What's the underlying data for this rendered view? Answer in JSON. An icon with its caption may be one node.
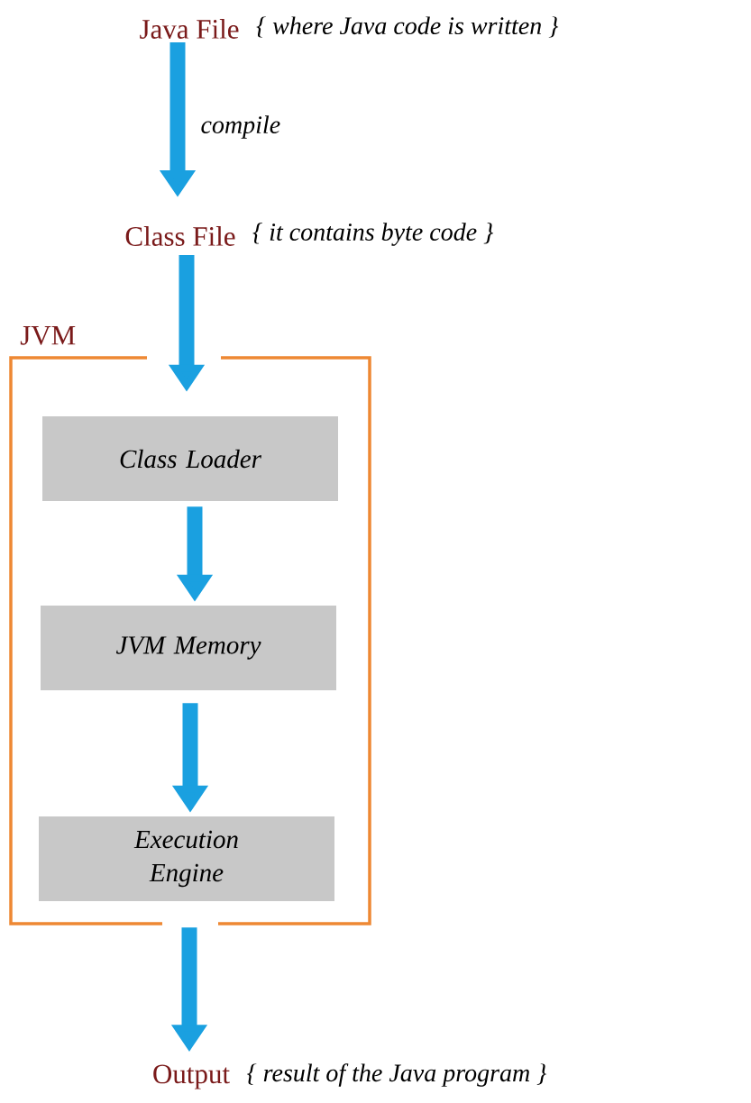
{
  "diagram": {
    "nodes": [
      {
        "text": [
          "Java File"
        ],
        "beside": [
          "{ where Java code is written }"
        ]
      },
      {
        "text": [
          "Class File"
        ],
        "beside": [
          "{ it contains byte code }"
        ]
      },
      {
        "text": [
          "JVM"
        ]
      },
      {
        "text": [
          "Class Loader"
        ],
        "in": 2
      },
      {
        "text": [
          "JVM Memory"
        ],
        "in": 2
      },
      {
        "text": [
          "Execution Engine"
        ],
        "in": 2
      },
      {
        "text": [
          "Output"
        ],
        "beside": [
          "{ result of the Java program }"
        ]
      }
    ],
    "edges": [
      {
        "from": 0,
        "to": 1,
        "arrow": "to",
        "label": "compile"
      },
      {
        "from": 1,
        "to": 3,
        "arrow": "to"
      },
      {
        "from": 3,
        "to": 4,
        "arrow": "to"
      },
      {
        "from": 4,
        "to": 5,
        "arrow": "to"
      },
      {
        "from": 2,
        "to": 6,
        "arrow": "to"
      }
    ]
  }
}
